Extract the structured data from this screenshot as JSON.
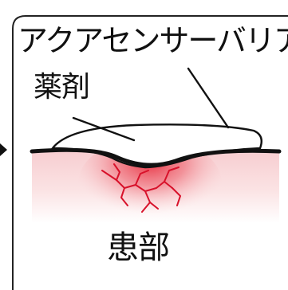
{
  "labels": {
    "barrier": "アクアセンサーバリア",
    "drug": "薬剤",
    "wound": "患部"
  },
  "colors": {
    "outline": "#111111",
    "skin_light": "#fbe6e6",
    "skin_pink": "#f6c3c6",
    "wound_red": "#ea3d4a",
    "vessel": "#d8112a"
  }
}
